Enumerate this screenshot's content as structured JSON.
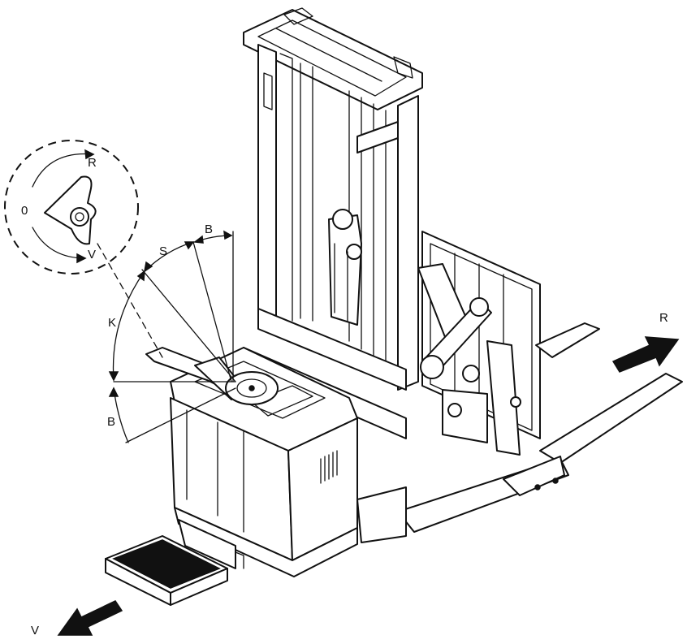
{
  "labels": {
    "dial_reverse": "R",
    "dial_neutral": "0",
    "dial_forward": "V",
    "angle_b_top": "B",
    "angle_s": "S",
    "angle_k": "K",
    "angle_b_bottom": "B",
    "direction_reverse": "R",
    "direction_forward": "V"
  }
}
